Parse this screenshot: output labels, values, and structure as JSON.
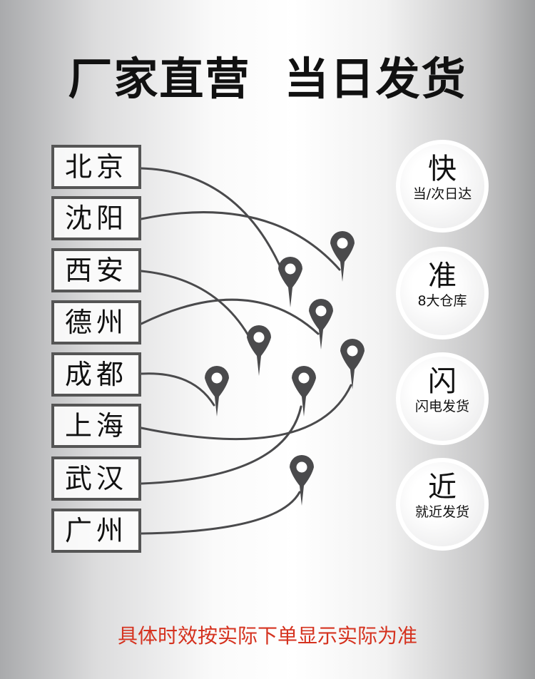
{
  "title": "厂家直营  当日发货",
  "cities": [
    "北京",
    "沈阳",
    "西安",
    "德州",
    "成都",
    "上海",
    "武汉",
    "广州"
  ],
  "features": [
    {
      "big": "快",
      "small": "当/次日达"
    },
    {
      "big": "准",
      "small": "8大仓库"
    },
    {
      "big": "闪",
      "small": "闪电发货"
    },
    {
      "big": "近",
      "small": "就近发货"
    }
  ],
  "note": "具体时效按实际下单显示实际为准",
  "colors": {
    "pin": "#4a4a4c",
    "note": "#d5321f",
    "border": "#555555"
  }
}
